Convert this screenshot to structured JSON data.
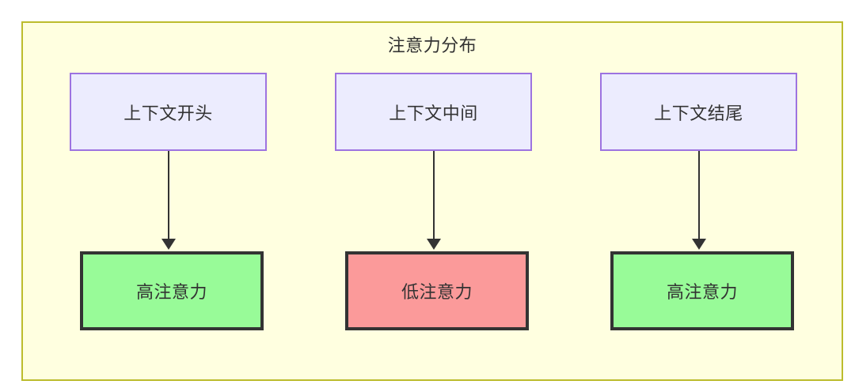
{
  "diagram": {
    "title": "注意力分布",
    "container": {
      "fill_color": "#FFFFE0",
      "border_color": "#BCBC2D"
    },
    "columns": [
      {
        "context_node": {
          "label": "上下文开头",
          "fill_color": "#ECECFE",
          "border_color": "#9D73E0"
        },
        "attention_node": {
          "label": "高注意力",
          "fill_color": "#98FB98",
          "border_color": "#333333",
          "level": "high"
        },
        "connector": "arrow-down"
      },
      {
        "context_node": {
          "label": "上下文中间",
          "fill_color": "#ECECFE",
          "border_color": "#9D73E0"
        },
        "attention_node": {
          "label": "低注意力",
          "fill_color": "#FB9A9A",
          "border_color": "#333333",
          "level": "low"
        },
        "connector": "arrow-down"
      },
      {
        "context_node": {
          "label": "上下文结尾",
          "fill_color": "#ECECFE",
          "border_color": "#9D73E0"
        },
        "attention_node": {
          "label": "高注意力",
          "fill_color": "#98FB98",
          "border_color": "#333333",
          "level": "high"
        },
        "connector": "arrow-down"
      }
    ]
  }
}
